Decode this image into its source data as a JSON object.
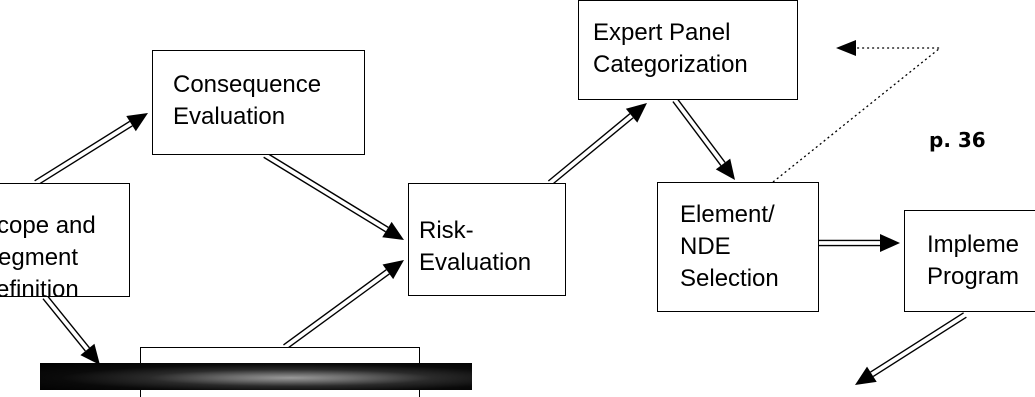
{
  "nodes": {
    "scope": {
      "lines": [
        "cope and",
        "egment",
        "efinition"
      ]
    },
    "consequence": {
      "lines": [
        "Consequence",
        "Evaluation"
      ]
    },
    "risk": {
      "lines": [
        "Risk-",
        "Evaluation"
      ]
    },
    "expert": {
      "lines": [
        "Expert Panel",
        "Categorization"
      ]
    },
    "element": {
      "lines": [
        "Element/",
        "NDE",
        "Selection"
      ]
    },
    "implement": {
      "lines": [
        "Impleme",
        "Program"
      ]
    }
  },
  "page_number": "p. 36",
  "colors": {
    "stroke": "#000000",
    "background": "#ffffff"
  }
}
